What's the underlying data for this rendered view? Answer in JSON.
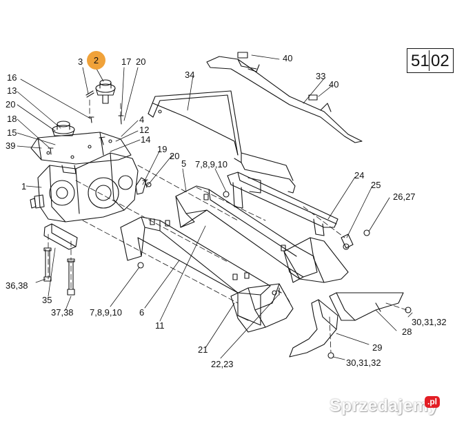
{
  "page_number": {
    "left": "51",
    "right": "02"
  },
  "highlighted_part": "2",
  "watermark": {
    "text": "Sprzedajemy",
    "badge": ".pl"
  },
  "highlight_color": "#f0a23a",
  "callouts": {
    "c3": "3",
    "c2": "2",
    "c17": "17",
    "c20a": "20",
    "c40a": "40",
    "c34": "34",
    "c33": "33",
    "c40b": "40",
    "c16": "16",
    "c13": "13",
    "c20b": "20",
    "c18": "18",
    "c15": "15",
    "c39": "39",
    "c4": "4",
    "c12": "12",
    "c14": "14",
    "c19": "19",
    "c20c": "20",
    "c5": "5",
    "c78910a": "7,8,9,10",
    "c24": "24",
    "c25": "25",
    "c2627": "26,27",
    "c1": "1",
    "c3638": "36,38",
    "c35": "35",
    "c3738": "37,38",
    "c78910b": "7,8,9,10",
    "c6": "6",
    "c11": "11",
    "c21": "21",
    "c2223": "22,23",
    "c303132a": "30,31,32",
    "c28": "28",
    "c29": "29",
    "c303132b": "30,31,32"
  }
}
